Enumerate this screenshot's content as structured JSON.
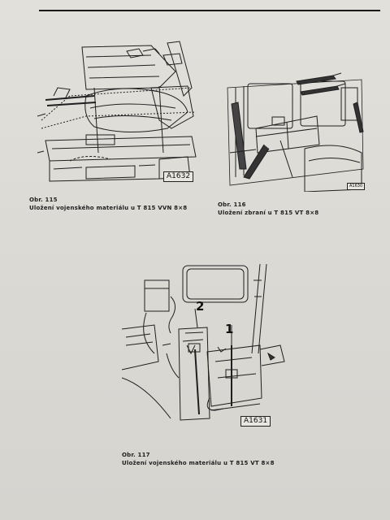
{
  "figures": [
    {
      "id": "fig-115",
      "label": "A1632",
      "caption_number": "Obr. 115",
      "caption_text": "Uložení vojenského materiálu u T 815 VVN 8×8"
    },
    {
      "id": "fig-116",
      "label": "A1630",
      "caption_number": "Obr. 116",
      "caption_text": "Uložení zbraní u T 815 VT 8×8"
    },
    {
      "id": "fig-117",
      "label": "A1631",
      "callouts": [
        "2",
        "1"
      ],
      "caption_number": "Obr. 117",
      "caption_text": "Uložení vojenského materiálu u T 815 VT 8×8"
    }
  ]
}
